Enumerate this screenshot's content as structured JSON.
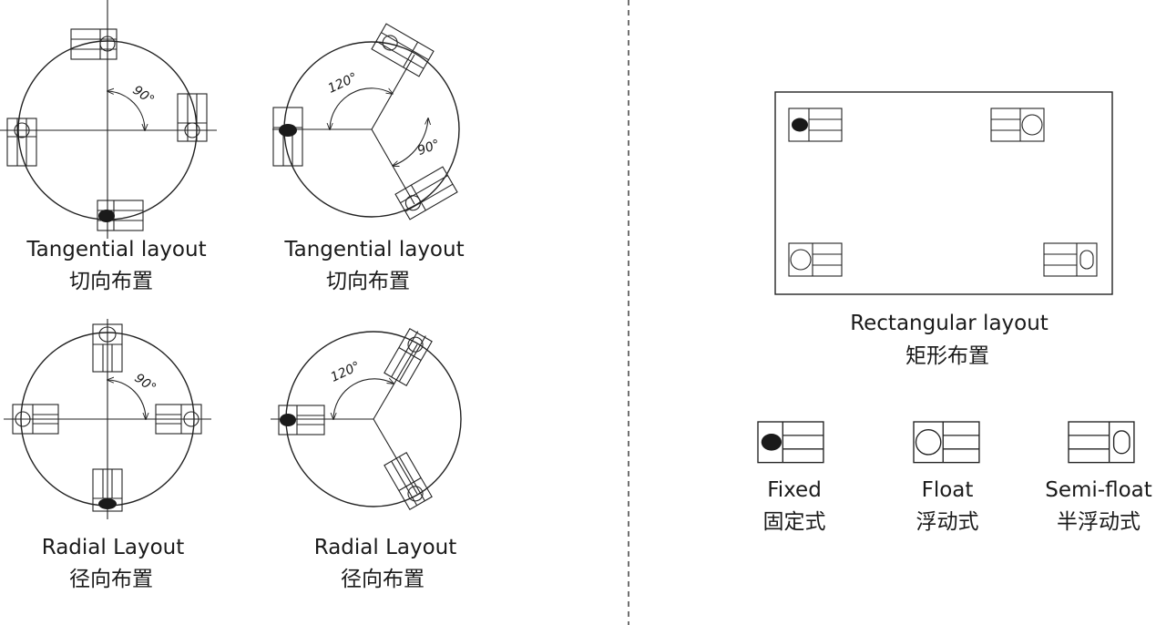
{
  "layouts": {
    "tangential_a": {
      "en": "Tangential layout",
      "zh": "切向布置",
      "angle": "90°"
    },
    "tangential_b": {
      "en": "Tangential layout",
      "zh": "切向布置",
      "angle_top": "120°",
      "angle_bottom": "90°"
    },
    "radial_a": {
      "en": "Radial Layout",
      "zh": "径向布置",
      "angle": "90°"
    },
    "radial_b": {
      "en": "Radial Layout",
      "zh": "径向布置",
      "angle": "120°"
    },
    "rectangular": {
      "en": "Rectangular layout",
      "zh": "矩形布置"
    }
  },
  "legend": {
    "fixed": {
      "en": "Fixed",
      "zh": "固定式"
    },
    "float": {
      "en": "Float",
      "zh": "浮动式"
    },
    "semi_float": {
      "en": "Semi-float",
      "zh": "半浮动式"
    }
  }
}
